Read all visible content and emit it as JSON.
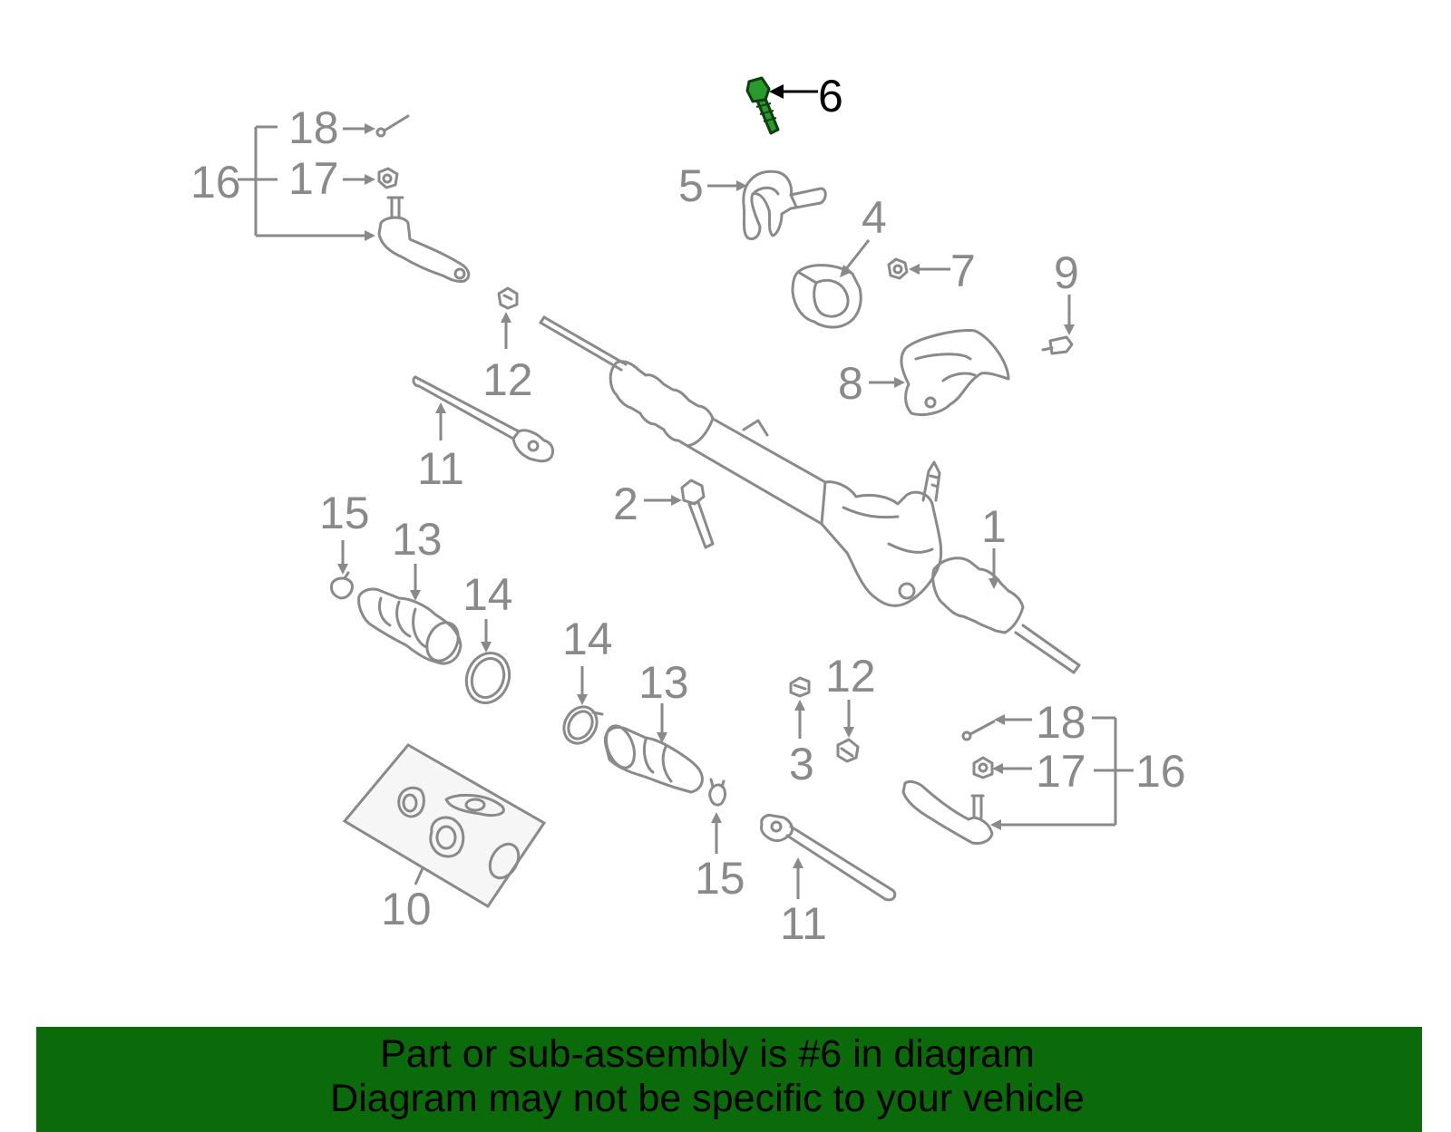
{
  "callouts": [
    {
      "id": "c1",
      "label": "1"
    },
    {
      "id": "c2",
      "label": "2"
    },
    {
      "id": "c3",
      "label": "3"
    },
    {
      "id": "c4",
      "label": "4"
    },
    {
      "id": "c5",
      "label": "5"
    },
    {
      "id": "c6",
      "label": "6"
    },
    {
      "id": "c7",
      "label": "7"
    },
    {
      "id": "c8",
      "label": "8"
    },
    {
      "id": "c9",
      "label": "9"
    },
    {
      "id": "c10",
      "label": "10"
    },
    {
      "id": "c11a",
      "label": "11"
    },
    {
      "id": "c11b",
      "label": "11"
    },
    {
      "id": "c12a",
      "label": "12"
    },
    {
      "id": "c12b",
      "label": "12"
    },
    {
      "id": "c13a",
      "label": "13"
    },
    {
      "id": "c13b",
      "label": "13"
    },
    {
      "id": "c14a",
      "label": "14"
    },
    {
      "id": "c14b",
      "label": "14"
    },
    {
      "id": "c15a",
      "label": "15"
    },
    {
      "id": "c15b",
      "label": "15"
    },
    {
      "id": "c16a",
      "label": "16"
    },
    {
      "id": "c16b",
      "label": "16"
    },
    {
      "id": "c17a",
      "label": "17"
    },
    {
      "id": "c17b",
      "label": "17"
    },
    {
      "id": "c18a",
      "label": "18"
    },
    {
      "id": "c18b",
      "label": "18"
    }
  ],
  "highlight": {
    "part_number": "6",
    "color": "#2a9a2a"
  },
  "colors": {
    "banner_background": "#0b6b0b",
    "linework": "#8a8a8a",
    "text": "#000000"
  },
  "banner": {
    "line1": "Part or sub-assembly is #6 in diagram",
    "line2": "Diagram may not be specific to your vehicle"
  }
}
